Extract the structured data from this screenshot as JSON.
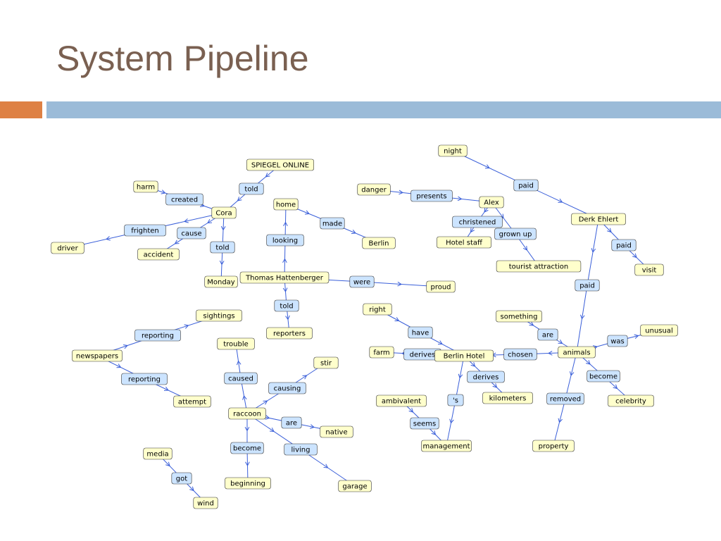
{
  "slide": {
    "title": "System Pipeline",
    "colors": {
      "title": "#7a6051",
      "accent_orange": "#de8144",
      "accent_blue": "#9bbbd8",
      "edge": "#3a5fd9",
      "concept_fill": "#ffffcc",
      "relation_fill": "#cce4ff"
    }
  },
  "graph": {
    "nodes": [
      {
        "id": "night",
        "label": "night",
        "kind": "concept"
      },
      {
        "id": "paid1",
        "label": "paid",
        "kind": "relation"
      },
      {
        "id": "derk",
        "label": "Derk Ehlert",
        "kind": "concept"
      },
      {
        "id": "paid2",
        "label": "paid",
        "kind": "relation"
      },
      {
        "id": "visit",
        "label": "visit",
        "kind": "concept"
      },
      {
        "id": "paid3",
        "label": "paid",
        "kind": "relation"
      },
      {
        "id": "spiegel",
        "label": "SPIEGEL ONLINE",
        "kind": "concept"
      },
      {
        "id": "told1",
        "label": "told",
        "kind": "relation"
      },
      {
        "id": "harm",
        "label": "harm",
        "kind": "concept"
      },
      {
        "id": "created",
        "label": "created",
        "kind": "relation"
      },
      {
        "id": "cora",
        "label": "Cora",
        "kind": "concept"
      },
      {
        "id": "frighten",
        "label": "frighten",
        "kind": "relation"
      },
      {
        "id": "cause",
        "label": "cause",
        "kind": "relation"
      },
      {
        "id": "driver",
        "label": "driver",
        "kind": "concept"
      },
      {
        "id": "accident",
        "label": "accident",
        "kind": "concept"
      },
      {
        "id": "told2",
        "label": "told",
        "kind": "relation"
      },
      {
        "id": "monday",
        "label": "Monday",
        "kind": "concept"
      },
      {
        "id": "home",
        "label": "home",
        "kind": "concept"
      },
      {
        "id": "made",
        "label": "made",
        "kind": "relation"
      },
      {
        "id": "berlin",
        "label": "Berlin",
        "kind": "concept"
      },
      {
        "id": "looking",
        "label": "looking",
        "kind": "relation"
      },
      {
        "id": "thomas",
        "label": "Thomas Hattenberger",
        "kind": "concept"
      },
      {
        "id": "were",
        "label": "were",
        "kind": "relation"
      },
      {
        "id": "proud",
        "label": "proud",
        "kind": "concept"
      },
      {
        "id": "told3",
        "label": "told",
        "kind": "relation"
      },
      {
        "id": "reporters",
        "label": "reporters",
        "kind": "concept"
      },
      {
        "id": "danger",
        "label": "danger",
        "kind": "concept"
      },
      {
        "id": "presents",
        "label": "presents",
        "kind": "relation"
      },
      {
        "id": "alex",
        "label": "Alex",
        "kind": "concept"
      },
      {
        "id": "christened",
        "label": "christened",
        "kind": "relation"
      },
      {
        "id": "hotelstaff",
        "label": "Hotel staff",
        "kind": "concept"
      },
      {
        "id": "grownup",
        "label": "grown up",
        "kind": "relation"
      },
      {
        "id": "tourist",
        "label": "tourist attraction",
        "kind": "concept"
      },
      {
        "id": "sightings",
        "label": "sightings",
        "kind": "concept"
      },
      {
        "id": "reporting1",
        "label": "reporting",
        "kind": "relation"
      },
      {
        "id": "newspapers",
        "label": "newspapers",
        "kind": "concept"
      },
      {
        "id": "reporting2",
        "label": "reporting",
        "kind": "relation"
      },
      {
        "id": "attempt",
        "label": "attempt",
        "kind": "concept"
      },
      {
        "id": "trouble",
        "label": "trouble",
        "kind": "concept"
      },
      {
        "id": "caused",
        "label": "caused",
        "kind": "relation"
      },
      {
        "id": "stir",
        "label": "stir",
        "kind": "concept"
      },
      {
        "id": "causing",
        "label": "causing",
        "kind": "relation"
      },
      {
        "id": "raccoon",
        "label": "raccoon",
        "kind": "concept"
      },
      {
        "id": "are1",
        "label": "are",
        "kind": "relation"
      },
      {
        "id": "native",
        "label": "native",
        "kind": "concept"
      },
      {
        "id": "become1",
        "label": "become",
        "kind": "relation"
      },
      {
        "id": "living",
        "label": "living",
        "kind": "relation"
      },
      {
        "id": "beginning",
        "label": "beginning",
        "kind": "concept"
      },
      {
        "id": "garage",
        "label": "garage",
        "kind": "concept"
      },
      {
        "id": "media",
        "label": "media",
        "kind": "concept"
      },
      {
        "id": "got",
        "label": "got",
        "kind": "relation"
      },
      {
        "id": "wind",
        "label": "wind",
        "kind": "concept"
      },
      {
        "id": "right",
        "label": "right",
        "kind": "concept"
      },
      {
        "id": "have",
        "label": "have",
        "kind": "relation"
      },
      {
        "id": "farm",
        "label": "farm",
        "kind": "concept"
      },
      {
        "id": "derives1",
        "label": "derives",
        "kind": "relation"
      },
      {
        "id": "berlinhotel",
        "label": "Berlin Hotel",
        "kind": "concept"
      },
      {
        "id": "chosen",
        "label": "chosen",
        "kind": "relation"
      },
      {
        "id": "animals",
        "label": "animals",
        "kind": "concept"
      },
      {
        "id": "something",
        "label": "something",
        "kind": "concept"
      },
      {
        "id": "are2",
        "label": "are",
        "kind": "relation"
      },
      {
        "id": "unusual",
        "label": "unusual",
        "kind": "concept"
      },
      {
        "id": "was",
        "label": "was",
        "kind": "relation"
      },
      {
        "id": "become2",
        "label": "become",
        "kind": "relation"
      },
      {
        "id": "celebrity",
        "label": "celebrity",
        "kind": "concept"
      },
      {
        "id": "removed",
        "label": "removed",
        "kind": "relation"
      },
      {
        "id": "property",
        "label": "property",
        "kind": "concept"
      },
      {
        "id": "derives2",
        "label": "derives",
        "kind": "relation"
      },
      {
        "id": "kilometers",
        "label": "kilometers",
        "kind": "concept"
      },
      {
        "id": "ambivalent",
        "label": "ambivalent",
        "kind": "concept"
      },
      {
        "id": "seems",
        "label": "seems",
        "kind": "relation"
      },
      {
        "id": "apos",
        "label": "'s",
        "kind": "relation"
      },
      {
        "id": "management",
        "label": "management",
        "kind": "concept"
      }
    ],
    "edges": [
      [
        "night",
        "paid1"
      ],
      [
        "paid1",
        "derk"
      ],
      [
        "derk",
        "paid2"
      ],
      [
        "paid2",
        "visit"
      ],
      [
        "derk",
        "paid3"
      ],
      [
        "paid3",
        "animals"
      ],
      [
        "spiegel",
        "told1"
      ],
      [
        "told1",
        "cora"
      ],
      [
        "harm",
        "created"
      ],
      [
        "created",
        "cora"
      ],
      [
        "cora",
        "frighten"
      ],
      [
        "frighten",
        "driver"
      ],
      [
        "cora",
        "cause"
      ],
      [
        "cause",
        "accident"
      ],
      [
        "cora",
        "told2"
      ],
      [
        "told2",
        "monday"
      ],
      [
        "home",
        "made"
      ],
      [
        "made",
        "berlin"
      ],
      [
        "thomas",
        "looking"
      ],
      [
        "looking",
        "home"
      ],
      [
        "thomas",
        "were"
      ],
      [
        "were",
        "proud"
      ],
      [
        "thomas",
        "told3"
      ],
      [
        "told3",
        "reporters"
      ],
      [
        "danger",
        "presents"
      ],
      [
        "presents",
        "alex"
      ],
      [
        "alex",
        "christened"
      ],
      [
        "christened",
        "hotelstaff"
      ],
      [
        "alex",
        "grownup"
      ],
      [
        "grownup",
        "tourist"
      ],
      [
        "newspapers",
        "reporting1"
      ],
      [
        "reporting1",
        "sightings"
      ],
      [
        "newspapers",
        "reporting2"
      ],
      [
        "reporting2",
        "attempt"
      ],
      [
        "raccoon",
        "caused"
      ],
      [
        "caused",
        "trouble"
      ],
      [
        "raccoon",
        "causing"
      ],
      [
        "causing",
        "stir"
      ],
      [
        "raccoon",
        "are1"
      ],
      [
        "are1",
        "native"
      ],
      [
        "raccoon",
        "become1"
      ],
      [
        "become1",
        "beginning"
      ],
      [
        "raccoon",
        "living"
      ],
      [
        "living",
        "garage"
      ],
      [
        "media",
        "got"
      ],
      [
        "got",
        "wind"
      ],
      [
        "right",
        "have"
      ],
      [
        "have",
        "berlinhotel"
      ],
      [
        "berlinhotel",
        "derives1"
      ],
      [
        "derives1",
        "farm"
      ],
      [
        "animals",
        "chosen"
      ],
      [
        "chosen",
        "berlinhotel"
      ],
      [
        "something",
        "are2"
      ],
      [
        "are2",
        "animals"
      ],
      [
        "animals",
        "was"
      ],
      [
        "was",
        "unusual"
      ],
      [
        "animals",
        "become2"
      ],
      [
        "become2",
        "celebrity"
      ],
      [
        "animals",
        "removed"
      ],
      [
        "removed",
        "property"
      ],
      [
        "berlinhotel",
        "derives2"
      ],
      [
        "derives2",
        "kilometers"
      ],
      [
        "ambivalent",
        "seems"
      ],
      [
        "seems",
        "management"
      ],
      [
        "berlinhotel",
        "apos"
      ],
      [
        "apos",
        "management"
      ]
    ]
  }
}
